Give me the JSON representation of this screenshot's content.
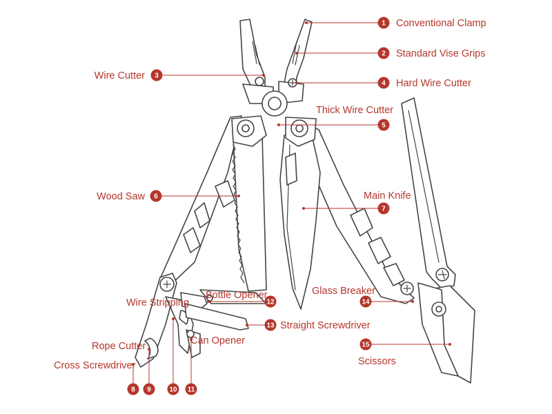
{
  "colors": {
    "accent": "#b5362b",
    "outline": "#444444",
    "background": "#ffffff"
  },
  "callouts": [
    {
      "num": "1",
      "label": "Conventional Clamp"
    },
    {
      "num": "2",
      "label": "Standard Vise Grips"
    },
    {
      "num": "3",
      "label": "Wire Cutter"
    },
    {
      "num": "4",
      "label": "Hard Wire Cutter"
    },
    {
      "num": "5",
      "label": "Thick Wire Cutter"
    },
    {
      "num": "6",
      "label": "Wood Saw"
    },
    {
      "num": "7",
      "label": "Main Knife"
    },
    {
      "num": "8",
      "label": "Cross Screwdriver"
    },
    {
      "num": "9",
      "label": "Rope Cutter"
    },
    {
      "num": "10",
      "label": "Wire Stripping"
    },
    {
      "num": "11",
      "label": "Can Opener"
    },
    {
      "num": "12",
      "label": "Bottle Opener"
    },
    {
      "num": "13",
      "label": "Straight Screwdriver"
    },
    {
      "num": "14",
      "label": "Glass Breaker"
    },
    {
      "num": "15",
      "label": "Scissors"
    }
  ]
}
